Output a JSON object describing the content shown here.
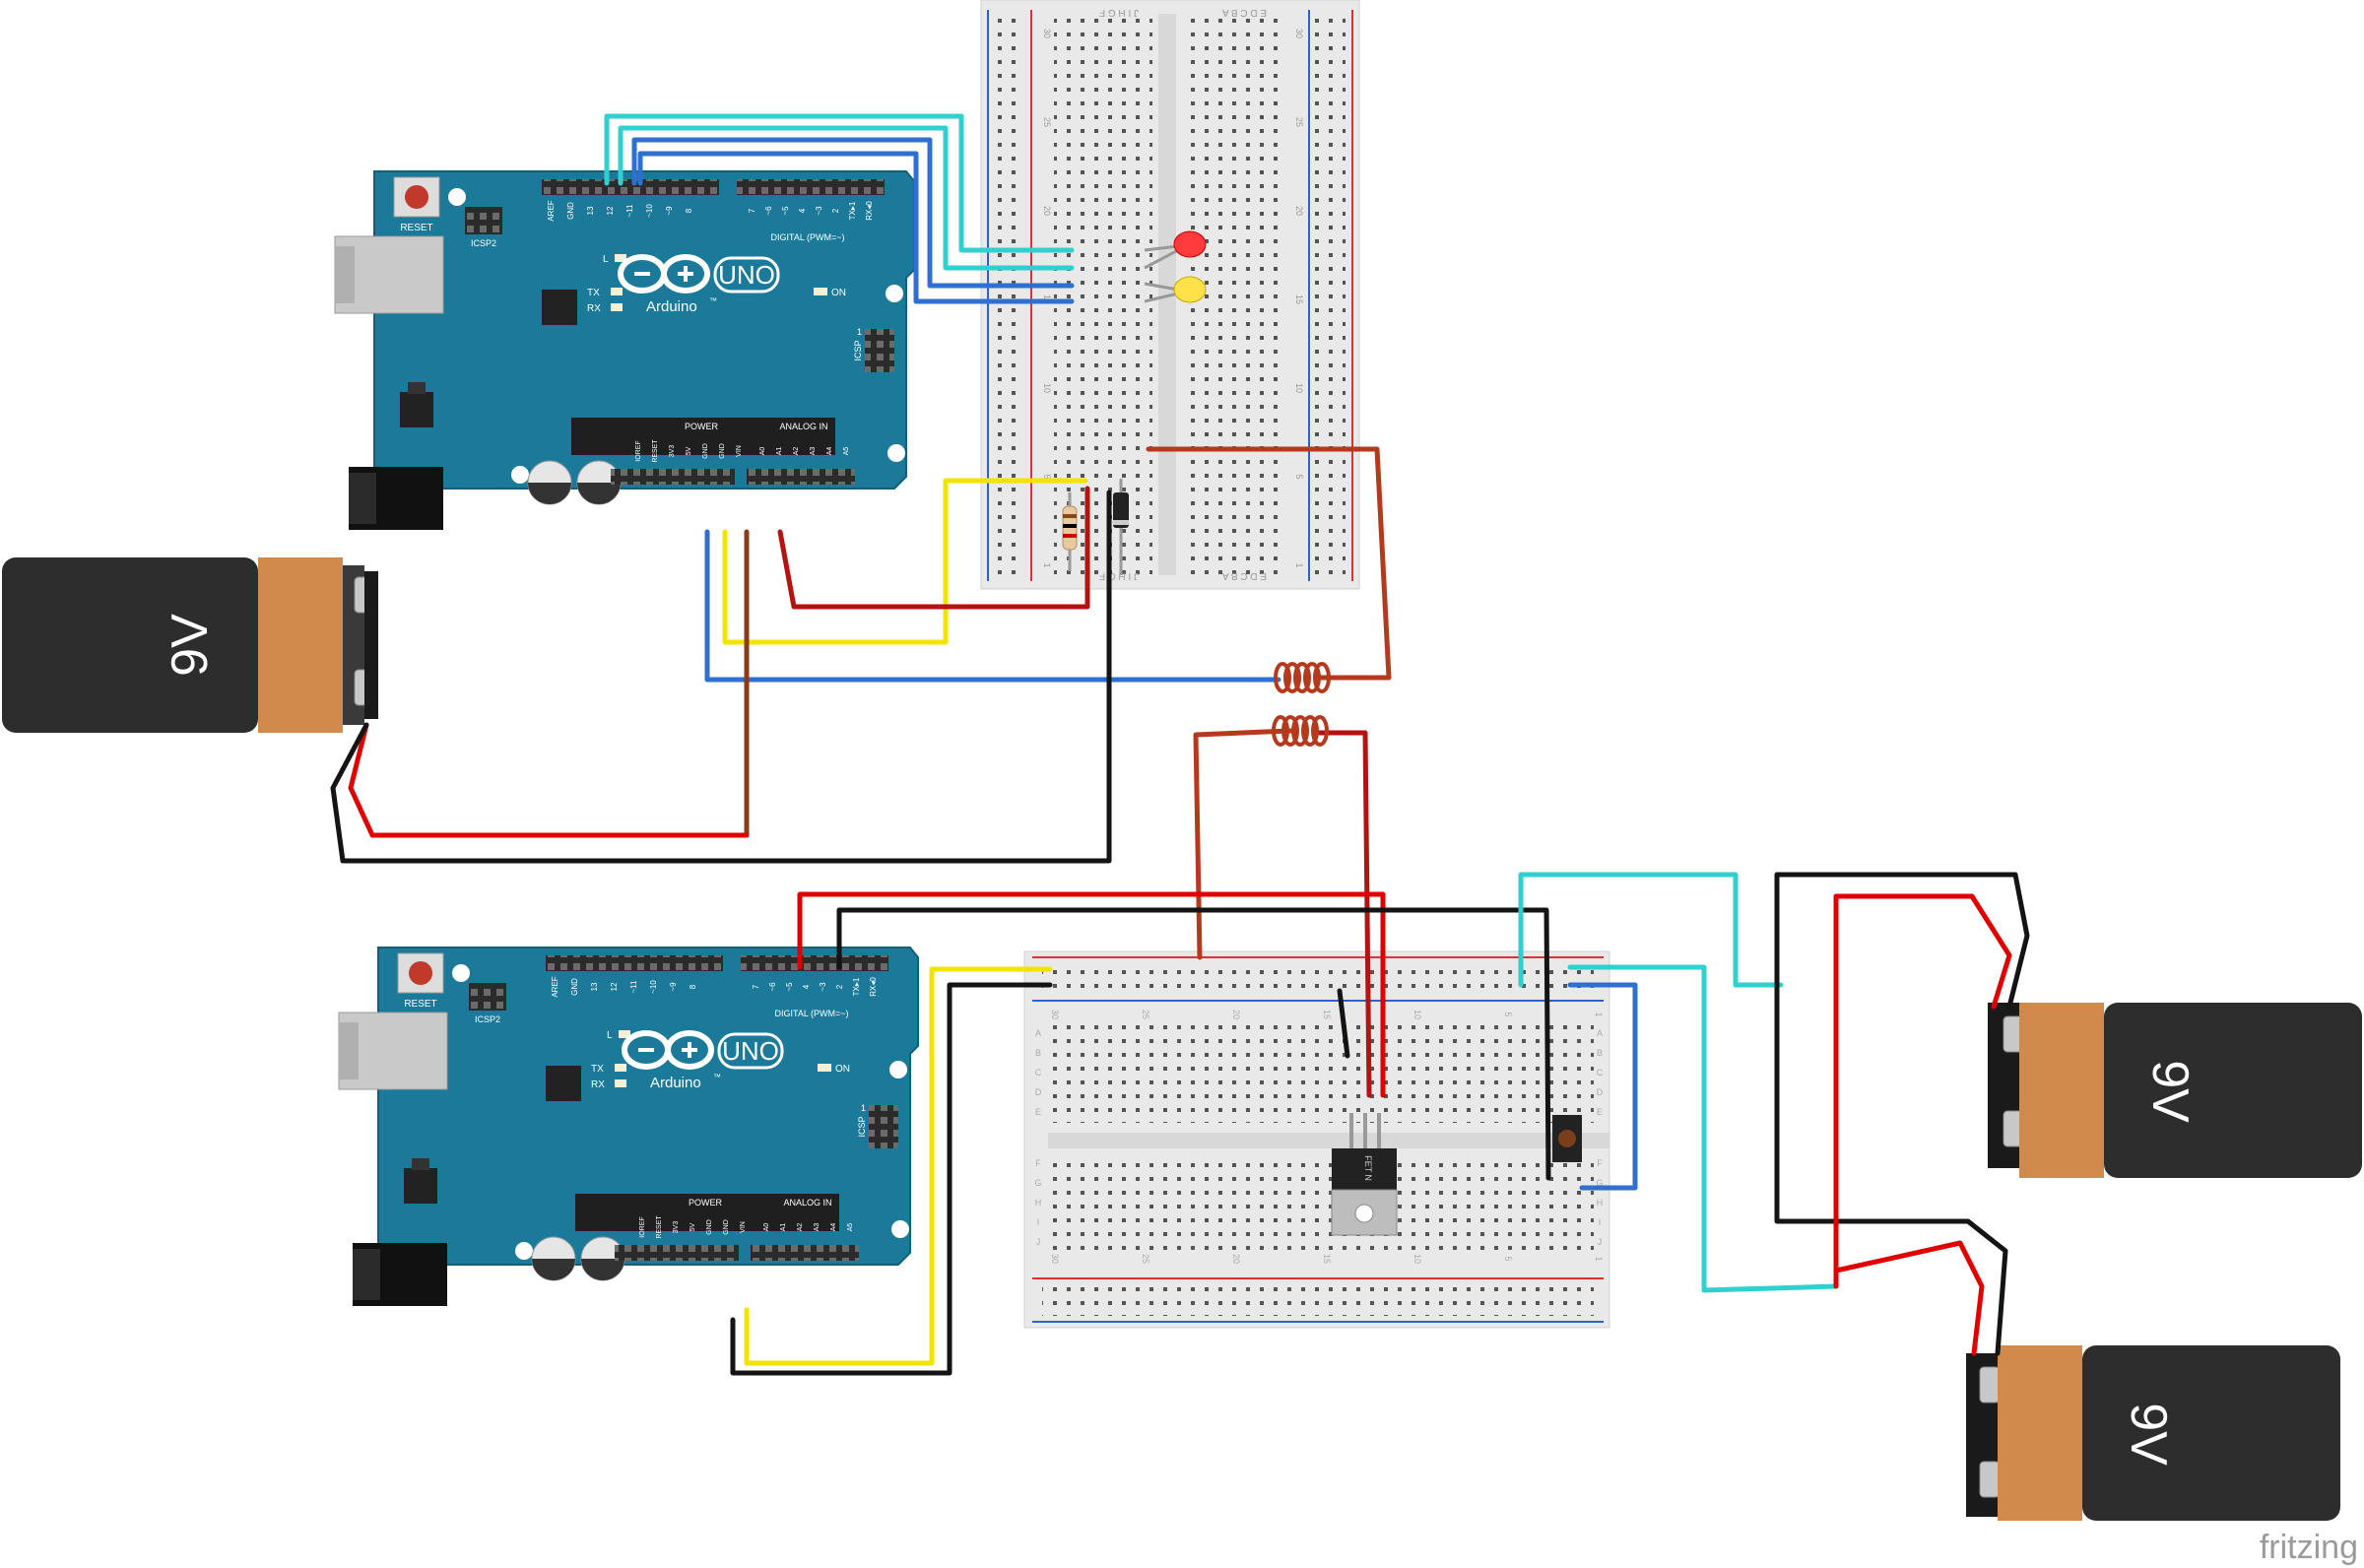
{
  "colors": {
    "board": "#1b7a9a",
    "board_edge": "#135f78",
    "header": "#2b2b2b",
    "breadboard": "#e9e9e9",
    "hole": "#555555",
    "wire_red": "#e00000",
    "wire_darkred": "#b51212",
    "wire_black": "#141414",
    "wire_yellow": "#f3e300",
    "wire_blue": "#2f6fd0",
    "wire_cyan": "#30d0d0",
    "wire_brown": "#8e3a16",
    "battery_body": "#2d2d2d",
    "battery_cap": "#d18a4c"
  },
  "boards": [
    {
      "reset": "RESET",
      "icsp2": "ICSP2",
      "uno": "UNO",
      "brand": "Arduino",
      "tm": "™",
      "digital": "DIGITAL (PWM=~)",
      "led_l": "L",
      "tx": "TX",
      "rx": "RX",
      "on": "ON",
      "icsp": "ICSP",
      "icsp_num": "1",
      "power": "POWER",
      "analog": "ANALOG IN",
      "top_pins": [
        "AREF",
        "GND",
        "13",
        "12",
        "~11",
        "~10",
        "~9",
        "8",
        "7",
        "~6",
        "~5",
        "4",
        "~3",
        "2",
        "TX▸1",
        "RX◂0"
      ],
      "power_pins": [
        "IOREF",
        "RESET",
        "3V3",
        "5V",
        "GND",
        "GND",
        "VIN"
      ],
      "analog_pins": [
        "A0",
        "A1",
        "A2",
        "A3",
        "A4",
        "A5"
      ]
    },
    {
      "reset": "RESET",
      "icsp2": "ICSP2",
      "uno": "UNO",
      "brand": "Arduino",
      "tm": "™",
      "digital": "DIGITAL (PWM=~)",
      "led_l": "L",
      "tx": "TX",
      "rx": "RX",
      "on": "ON",
      "icsp": "ICSP",
      "icsp_num": "1",
      "power": "POWER",
      "analog": "ANALOG IN",
      "top_pins": [
        "AREF",
        "GND",
        "13",
        "12",
        "~11",
        "~10",
        "~9",
        "8",
        "7",
        "~6",
        "~5",
        "4",
        "~3",
        "2",
        "TX▸1",
        "RX◂0"
      ],
      "power_pins": [
        "IOREF",
        "RESET",
        "3V3",
        "5V",
        "GND",
        "GND",
        "VIN"
      ],
      "analog_pins": [
        "A0",
        "A1",
        "A2",
        "A3",
        "A4",
        "A5"
      ]
    }
  ],
  "breadboard_top": {
    "col_letters_left": "J I H G F",
    "col_letters_right": "E D C B A",
    "row_numbers": [
      "30",
      "25",
      "20",
      "15",
      "10",
      "5",
      "1"
    ]
  },
  "breadboard_bottom": {
    "row_letters_top": [
      "A",
      "B",
      "C",
      "D",
      "E"
    ],
    "row_letters_bottom": [
      "F",
      "G",
      "H",
      "I",
      "J"
    ],
    "col_numbers": [
      "30",
      "25",
      "20",
      "15",
      "10",
      "5",
      "1"
    ]
  },
  "batteries": [
    {
      "label": "9V"
    },
    {
      "label": "9V"
    },
    {
      "label": "9V"
    }
  ],
  "mosfet_label": "FET N",
  "watermark": "fritzing"
}
